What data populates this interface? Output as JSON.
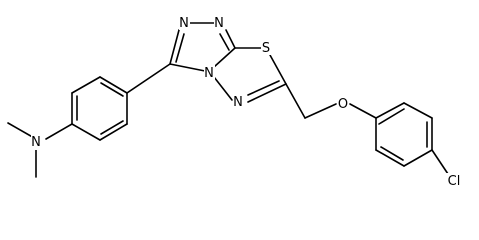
{
  "molecule": {
    "atoms": [
      {
        "id": "N_amine",
        "symbol": "N",
        "text": "N"
      },
      {
        "id": "N_top_left",
        "symbol": "N",
        "text": "N"
      },
      {
        "id": "N_top_right",
        "symbol": "N",
        "text": "N"
      },
      {
        "id": "N_bridge",
        "symbol": "N",
        "text": "N"
      },
      {
        "id": "N_lower",
        "symbol": "N",
        "text": "N"
      },
      {
        "id": "S_ring",
        "symbol": "S",
        "text": "S"
      },
      {
        "id": "O_ether",
        "symbol": "O",
        "text": "O"
      },
      {
        "id": "Cl_sub",
        "symbol": "Cl",
        "text": "Cl"
      }
    ]
  }
}
